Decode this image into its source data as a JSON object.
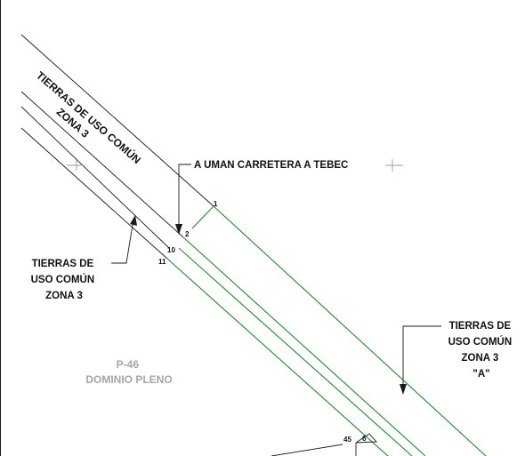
{
  "colors": {
    "green": "#1f8a2a",
    "black": "#1a1a1a",
    "gray_line": "#9a9a9a",
    "gray_text": "#a6a6a6"
  },
  "labels": {
    "rotated_title_line1": "TIERRAS DE USO COMÚN",
    "rotated_title_line2": "ZONA 3",
    "road_label": "A UMAN CARRETERA A TEBEC",
    "left_block": [
      "TIERRAS DE",
      "USO COMÚN",
      "ZONA 3"
    ],
    "right_block": [
      "TIERRAS DE",
      "USO COMÚN",
      "ZONA 3",
      "\"A\""
    ],
    "parcel_code": "P-46",
    "parcel_type": "DOMINIO PLENO"
  },
  "points": {
    "p1": "1",
    "p2": "2",
    "p10": "10",
    "p11": "11",
    "p45": "45",
    "p6": "6"
  }
}
